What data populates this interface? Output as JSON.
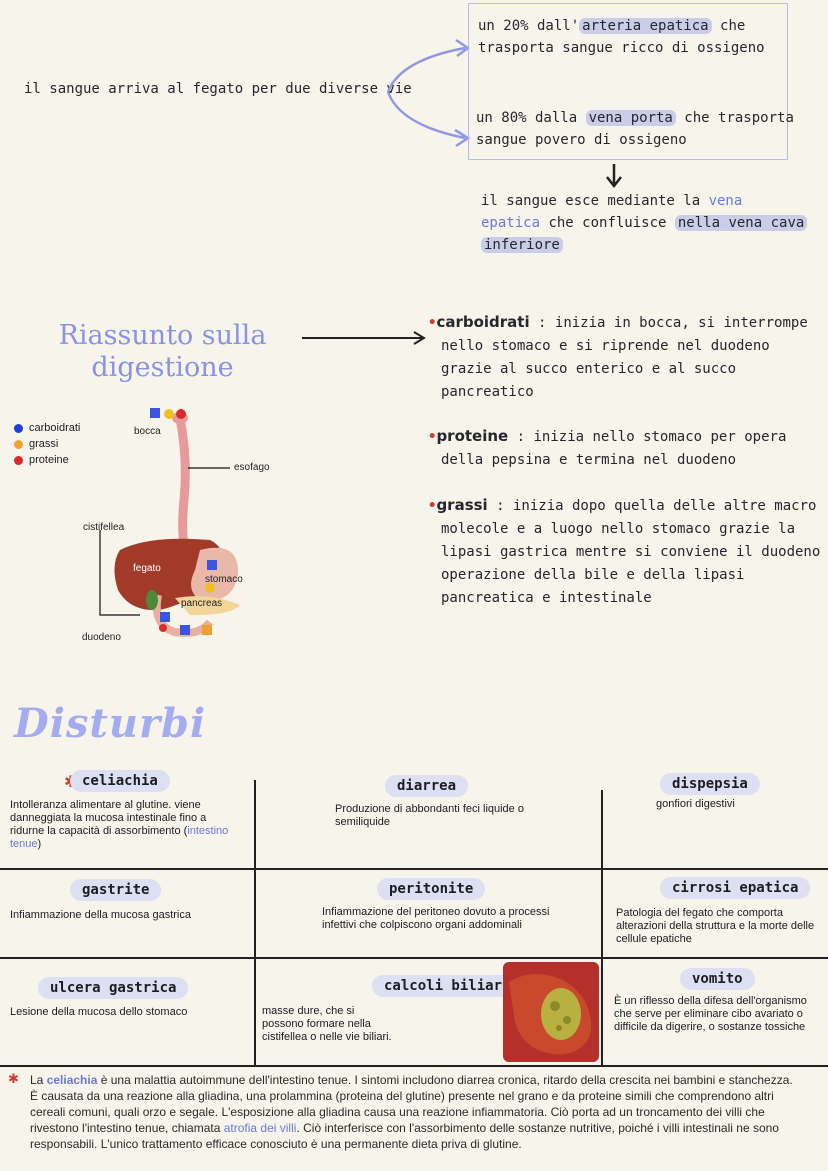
{
  "blood": {
    "intro": "il sangue arriva al fegato per due diverse vie",
    "path1_pre": "un 20% dall'",
    "path1_hl": "arteria epatica",
    "path1_post": " che",
    "path1_line2": "trasporta sangue ricco di ossigeno",
    "path2_pre": "un 80% dalla ",
    "path2_hl": "vena porta",
    "path2_post": " che trasporta",
    "path2_line2": "sangue povero di ossigeno",
    "exit_pre": "il sangue esce mediante la ",
    "exit_blue1": "vena",
    "exit_blue2": "epatica",
    "exit_mid": " che confluisce ",
    "exit_hl1": "nella vena cava",
    "exit_hl2": "inferiore"
  },
  "digestion": {
    "title_line1": "Riassunto sulla",
    "title_line2": "digestione",
    "legend": [
      {
        "label": "carboidrati",
        "color": "#1f3fd6"
      },
      {
        "label": "grassi",
        "color": "#f0a030"
      },
      {
        "label": "proteine",
        "color": "#d92b2b"
      }
    ],
    "labels": {
      "bocca": "bocca",
      "esofago": "esofago",
      "cistifellea": "cistifellea",
      "fegato": "fegato",
      "stomaco": "stomaco",
      "pancreas": "pancreas",
      "duodeno": "duodeno"
    },
    "carb_kw": "carboidrati",
    "carb_l1": " : inizia in bocca, si interrompe",
    "carb_l2": "nello stomaco e si riprende nel duodeno",
    "carb_l3": "grazie al succo enterico e al succo",
    "carb_l4": "pancreatico",
    "prot_kw": "proteine",
    "prot_l1": " : inizia nello stomaco per opera",
    "prot_l2": "della pepsina e termina nel duodeno",
    "fat_kw": "grassi",
    "fat_l1": " : inizia dopo quella delle altre macro",
    "fat_l2": "molecole e a luogo nello stomaco grazie la",
    "fat_l3": "lipasi gastrica mentre si conviene il duodeno",
    "fat_l4": "operazione della bile e della lipasi",
    "fat_l5": "pancreatica e intestinale"
  },
  "disorders": {
    "heading": "Disturbi",
    "celiachia_title": "celiachia",
    "celiachia_text": "Intolleranza alimentare al glutine. viene danneggiata la mucosa intestinale fino a ridurne la capacità di assorbimento (",
    "celiachia_blue": "intestino tenue",
    "celiachia_close": ")",
    "diarrea_title": "diarrea",
    "diarrea_text": "Produzione di abbondanti feci liquide o semiliquide",
    "dispepsia_title": "dispepsia",
    "dispepsia_text": "gonfiori digestivi",
    "gastrite_title": "gastrite",
    "gastrite_text": "Infiammazione della mucosa gastrica",
    "peritonite_title": "peritonite",
    "peritonite_text": "Infiammazione del peritoneo dovuto a processi infettivi che colpiscono organi addominali",
    "cirrosi_title": "cirrosi epatica",
    "cirrosi_text": "Patologia del fegato che comporta alterazioni della struttura e la morte delle cellule epatiche",
    "ulcera_title": "ulcera gastrica",
    "ulcera_text": "Lesione della mucosa dello stomaco",
    "calcoli_title": "calcoli biliari",
    "calcoli_text": "masse dure, che si possono formare nella cistifellea o nelle vie biliari.",
    "vomito_title": "vomito",
    "vomito_text": "È un riflesso della difesa dell'organismo che serve per eliminare cibo avariato o difficile da digerire, o sostanze tossiche"
  },
  "footnote": {
    "pre": "La ",
    "kw": "celiachia",
    "mid": " è una malattia autoimmune dell'intestino tenue. I sintomi includono diarrea cronica, ritardo della crescita nei bambini e stanchezza. È causata da una reazione alla gliadina, una prolammina (proteina del glutine) presente nel grano e da proteine simili che comprendono altri cereali comuni, quali orzo e segale. L'esposizione alla gliadina causa una reazione infiammatoria. Ciò porta ad un troncamento dei villi che rivestono l'intestino tenue, chiamata ",
    "kw2": "atrofia dei villi",
    "post": ". Ciò interferisce con l'assorbimento delle sostanze nutritive, poiché i villi intestinali ne sono responsabili. L'unico trattamento efficace conosciuto è una permanente dieta priva di glutine."
  }
}
